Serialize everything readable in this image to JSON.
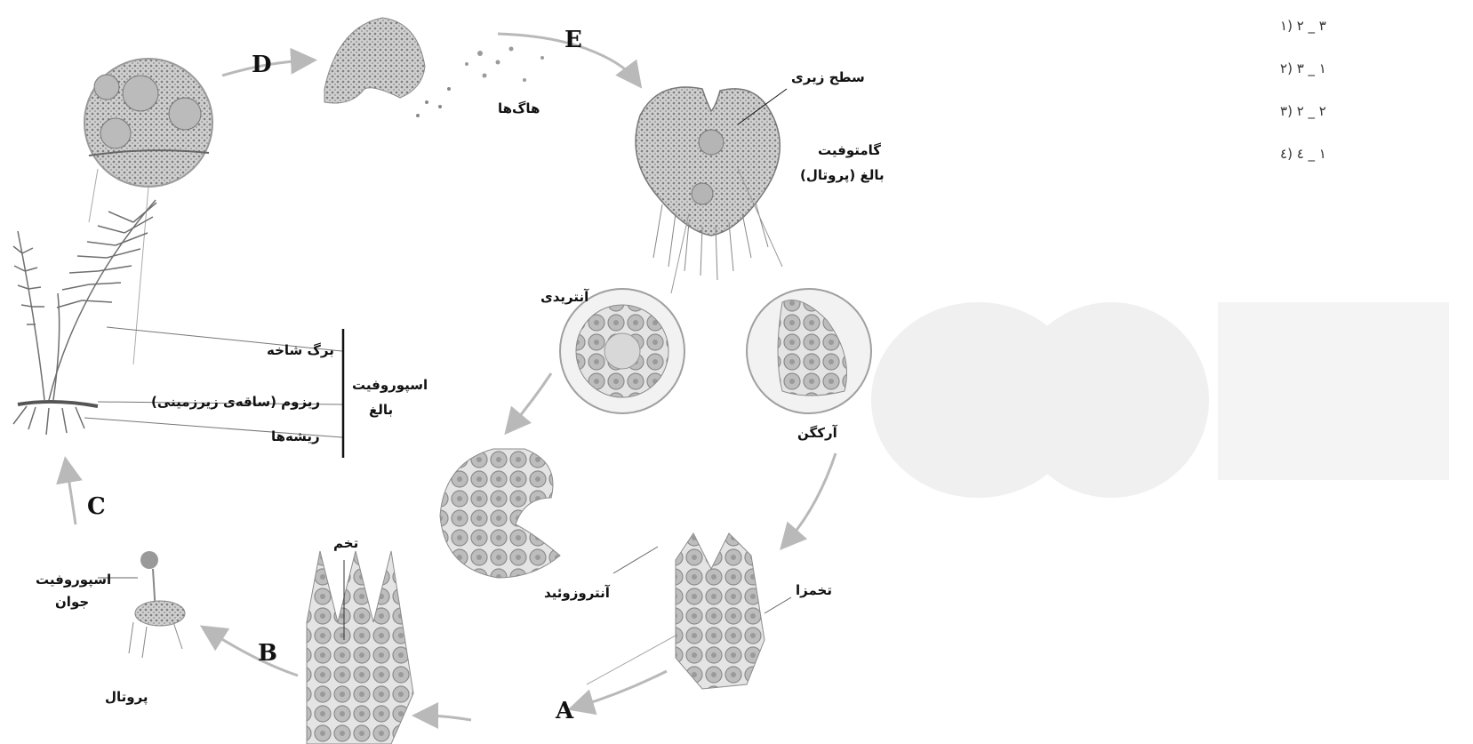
{
  "diagram": {
    "stages": {
      "a": "A",
      "b": "B",
      "c": "C",
      "d": "D",
      "e": "E"
    },
    "labels": {
      "spores": "هاگ‌ها",
      "lower_surface": "سطح زیری",
      "gametophyte_line1": "گامتوفیت",
      "gametophyte_line2": "بالغ (پروتال)",
      "antheridium": "آنتریدی",
      "archegonium": "آرکگن",
      "leaf": "برگ شاخه",
      "rhizome": "ریزوم (ساقه‌ی زیرزمینی)",
      "roots": "ریشه‌ها",
      "sporophyte_line1": "اسپوروفیت",
      "sporophyte_line2": "بالغ",
      "egg": "تخم",
      "young_sporophyte_line1": "اسپوروفیت",
      "young_sporophyte_line2": "جوان",
      "prothallus": "پروتال",
      "antherozoid": "آنتروزوئید",
      "egg_cell": "تخمزا"
    }
  },
  "options": [
    {
      "text": "٣ _ ٢ (١"
    },
    {
      "text": "١ _ ٣ (٢"
    },
    {
      "text": "٢ _ ٢ (٣"
    },
    {
      "text": "١ _ ٤ (٤"
    }
  ],
  "colors": {
    "ink": "#111111",
    "stipple": "#8a8a8a",
    "arrow": "#b9b9b9",
    "cells": "#bdbdbd"
  }
}
